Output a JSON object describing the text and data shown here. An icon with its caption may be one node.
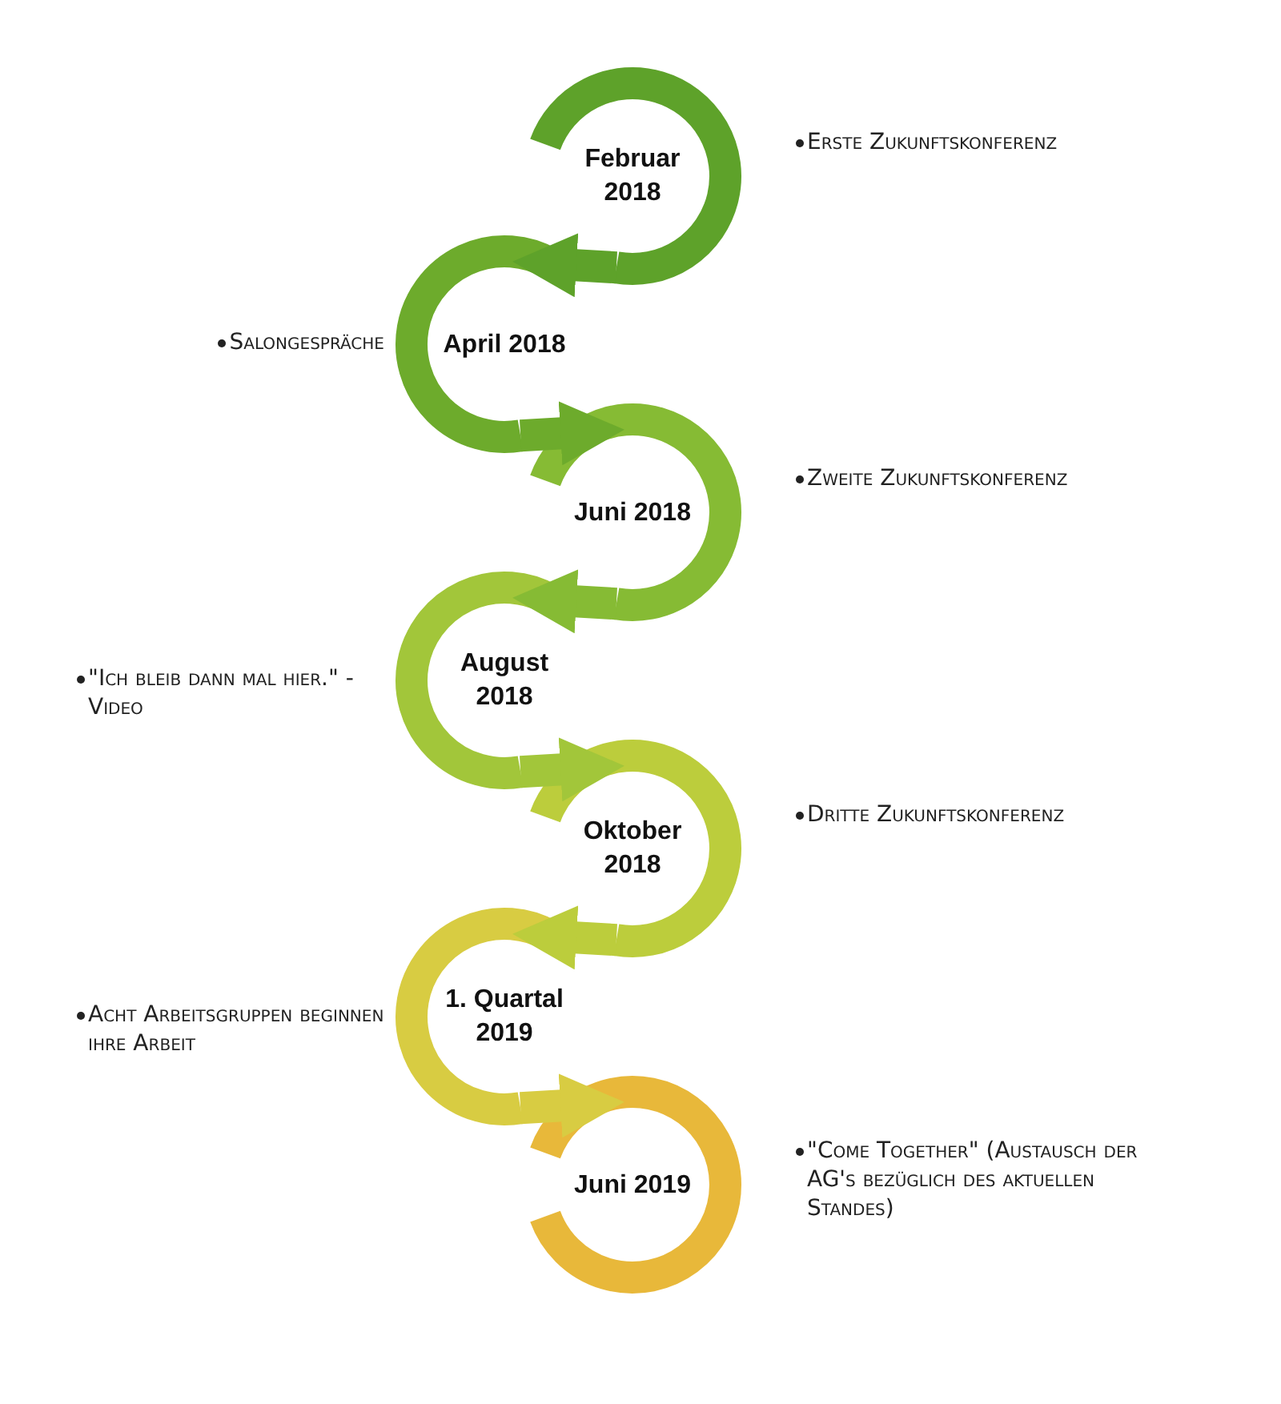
{
  "diagram": {
    "nodes": [
      {
        "text": [
          "Februar 2018"
        ],
        "beside": [
          "Erste Zukunftskonferenz"
        ]
      },
      {
        "text": [
          "April 2018"
        ],
        "beside": [
          "Salongespräche"
        ]
      },
      {
        "text": [
          "Juni 2018"
        ],
        "beside": [
          "Zweite Zukunftskonferenz"
        ]
      },
      {
        "text": [
          "August 2018"
        ],
        "beside": [
          "\"Ich bleib dann mal hier.\" - Video"
        ]
      },
      {
        "text": [
          "Oktober 2018"
        ],
        "beside": [
          "Dritte Zukunftskonferenz"
        ]
      },
      {
        "text": [
          "1. Quartal 2019"
        ],
        "beside": [
          "Acht Arbeitsgruppen beginnen ihre Arbeit"
        ]
      },
      {
        "text": [
          "Juni 2019"
        ],
        "beside": [
          "\"Come Together\" (Austausch der AG's bezüglich des aktuellen Standes)"
        ]
      }
    ],
    "edges": [
      {
        "from": 0,
        "to": 1,
        "arrow": "to",
        "color": "#5ea22a"
      },
      {
        "from": 1,
        "to": 2,
        "arrow": "to",
        "color": "#6dab2c"
      },
      {
        "from": 2,
        "to": 3,
        "arrow": "to",
        "color": "#86bb34"
      },
      {
        "from": 3,
        "to": 4,
        "arrow": "to",
        "color": "#a2c63a"
      },
      {
        "from": 4,
        "to": 5,
        "arrow": "to",
        "color": "#bccd3c"
      },
      {
        "from": 5,
        "to": 6,
        "arrow": "to",
        "color": "#d8cc42"
      }
    ]
  }
}
